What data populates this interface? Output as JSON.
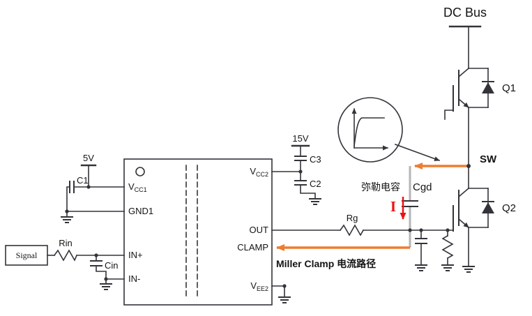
{
  "colors": {
    "wire": "#33333A",
    "orange": "#ED7D31",
    "red": "#EE1111",
    "gray": "#B5B5B5"
  },
  "ic": {
    "pins": {
      "vcc1_main": "V",
      "vcc1_sub": "CC1",
      "gnd1": "GND1",
      "in_plus": "IN+",
      "in_minus": "IN-",
      "vcc2_main": "V",
      "vcc2_sub": "CC2",
      "out": "OUT",
      "clamp": "CLAMP",
      "vee2_main": "V",
      "vee2_sub": "EE2"
    }
  },
  "left": {
    "supply": "5V",
    "c1": "C1",
    "signal": "Signal",
    "rin": "Rin",
    "cin": "Cin"
  },
  "right": {
    "supply": "15V",
    "c3": "C3",
    "c2": "C2",
    "rg": "Rg",
    "dc_bus": "DC Bus",
    "q1": "Q1",
    "q2": "Q2",
    "sw": "SW",
    "cgd": "Cgd",
    "miller_cap_cn": "弥勒电容",
    "current": "I",
    "clamp_path": "Miller Clamp 电流路径"
  }
}
